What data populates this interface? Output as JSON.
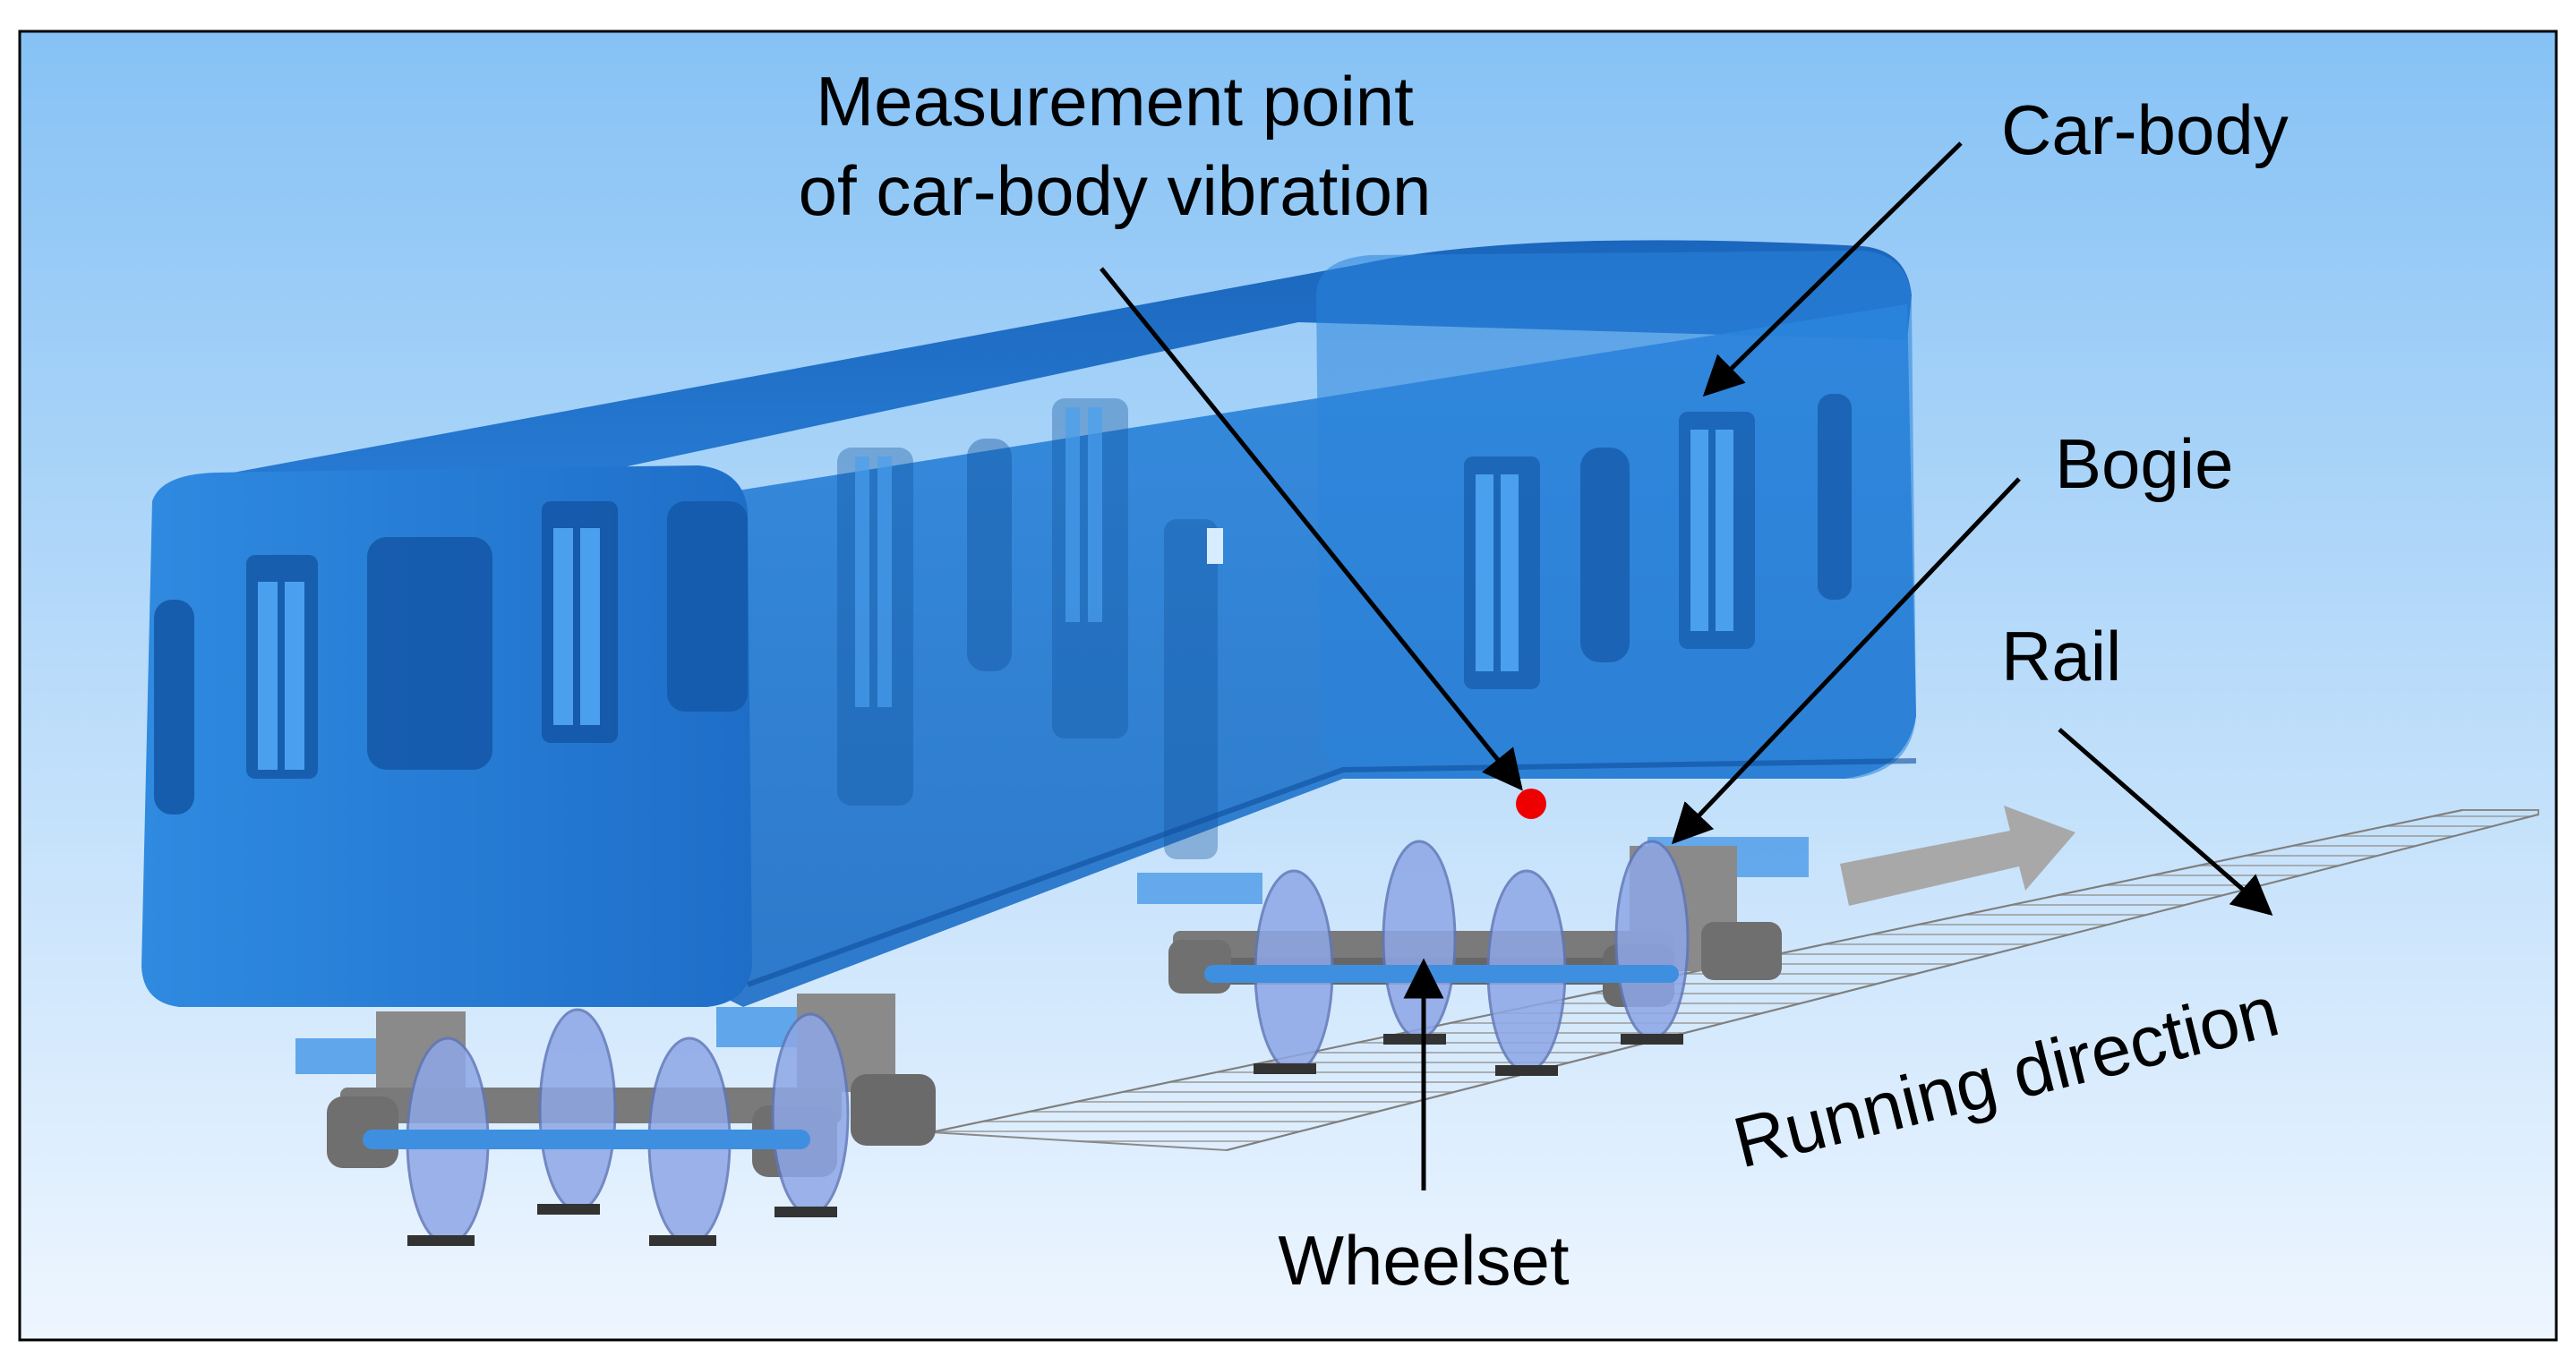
{
  "labels": {
    "measurement_line1": "Measurement point",
    "measurement_line2": "of car-body vibration",
    "car_body": "Car-body",
    "bogie": "Bogie",
    "rail": "Rail",
    "running_direction": "Running direction",
    "wheelset": "Wheelset"
  },
  "colors": {
    "sky_top": "#86c2f5",
    "sky_bottom": "#eef6ff",
    "car_body": "#1f73cf",
    "car_body_dark": "#0f4f9c",
    "bogie_frame": "#777777",
    "axle": "#3f8fe0",
    "measurement_point": "#ee0000",
    "direction_arrow": "#a8a8a8"
  }
}
